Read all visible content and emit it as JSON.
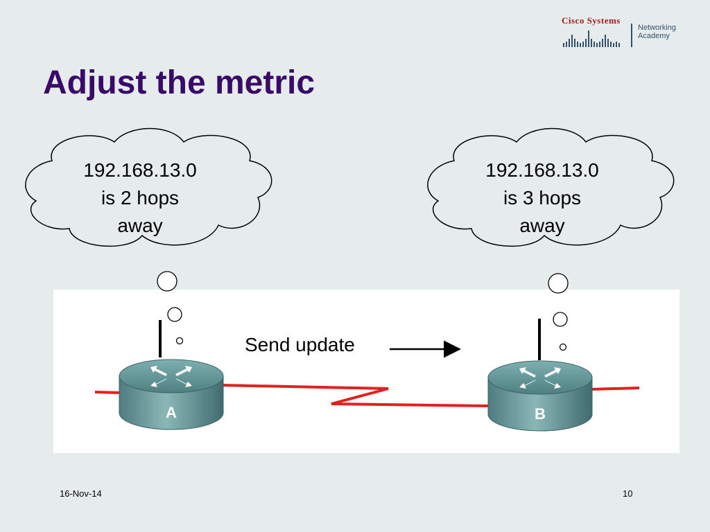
{
  "logo": {
    "brand": "Cisco Systems",
    "line1": "Networking",
    "line2": "Academy"
  },
  "title": "Adjust the metric",
  "clouds": [
    {
      "lines": [
        "192.168.13.0",
        "is 2 hops",
        "away"
      ]
    },
    {
      "lines": [
        "192.168.13.0",
        "is 3 hops",
        "away"
      ]
    }
  ],
  "send_update_label": "Send update",
  "routers": [
    {
      "label": "A"
    },
    {
      "label": "B"
    }
  ],
  "colors": {
    "title": "#3a0a6a",
    "link": "#e32020",
    "router_body": "#6b9a9a",
    "background": "#e6ecec"
  },
  "footer": {
    "date": "16-Nov-14",
    "page": "10"
  }
}
